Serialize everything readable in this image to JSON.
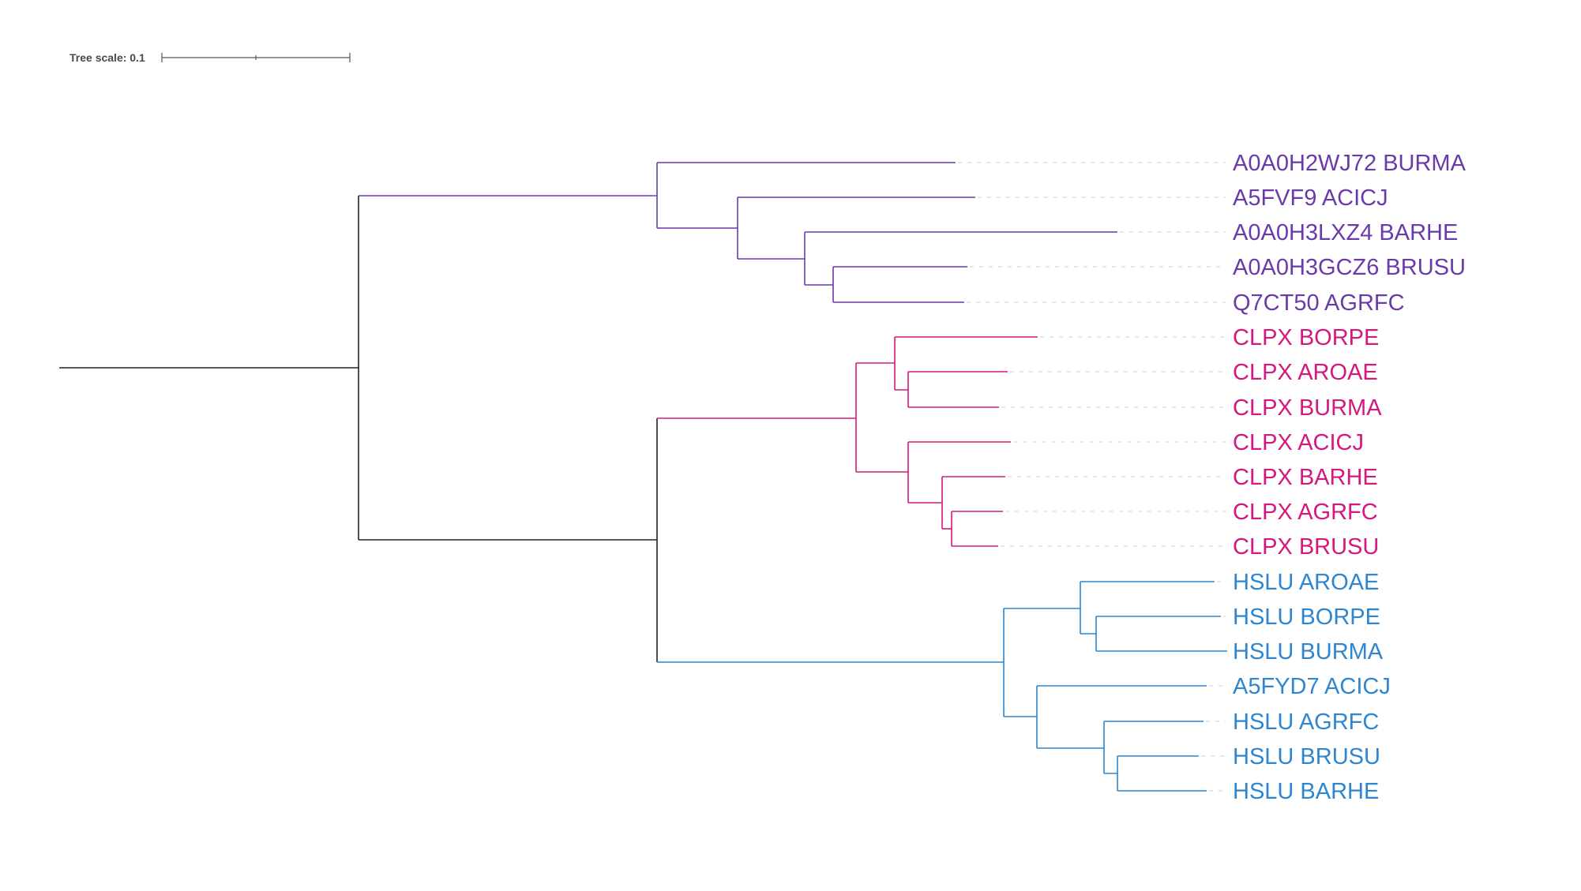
{
  "tree_scale": {
    "label": "Tree scale: 0.1"
  },
  "colors": {
    "root": "#222222",
    "clade_a": "#6a3aaa",
    "clade_b": "#d4187e",
    "clade_c": "#2d86cf"
  },
  "leaves": [
    {
      "label": "A0A0H2WJ72 BURMA",
      "clade": "clade_a"
    },
    {
      "label": "A5FVF9 ACICJ",
      "clade": "clade_a"
    },
    {
      "label": "A0A0H3LXZ4 BARHE",
      "clade": "clade_a"
    },
    {
      "label": "A0A0H3GCZ6 BRUSU",
      "clade": "clade_a"
    },
    {
      "label": "Q7CT50 AGRFC",
      "clade": "clade_a"
    },
    {
      "label": "CLPX BORPE",
      "clade": "clade_b"
    },
    {
      "label": "CLPX AROAE",
      "clade": "clade_b"
    },
    {
      "label": "CLPX BURMA",
      "clade": "clade_b"
    },
    {
      "label": "CLPX ACICJ",
      "clade": "clade_b"
    },
    {
      "label": "CLPX BARHE",
      "clade": "clade_b"
    },
    {
      "label": "CLPX AGRFC",
      "clade": "clade_b"
    },
    {
      "label": "CLPX BRUSU",
      "clade": "clade_b"
    },
    {
      "label": "HSLU AROAE",
      "clade": "clade_c"
    },
    {
      "label": "HSLU BORPE",
      "clade": "clade_c"
    },
    {
      "label": "HSLU BURMA",
      "clade": "clade_c"
    },
    {
      "label": "A5FYD7 ACICJ",
      "clade": "clade_c"
    },
    {
      "label": "HSLU AGRFC",
      "clade": "clade_c"
    },
    {
      "label": "HSLU BRUSU",
      "clade": "clade_c"
    },
    {
      "label": "HSLU BARHE",
      "clade": "clade_c"
    }
  ]
}
